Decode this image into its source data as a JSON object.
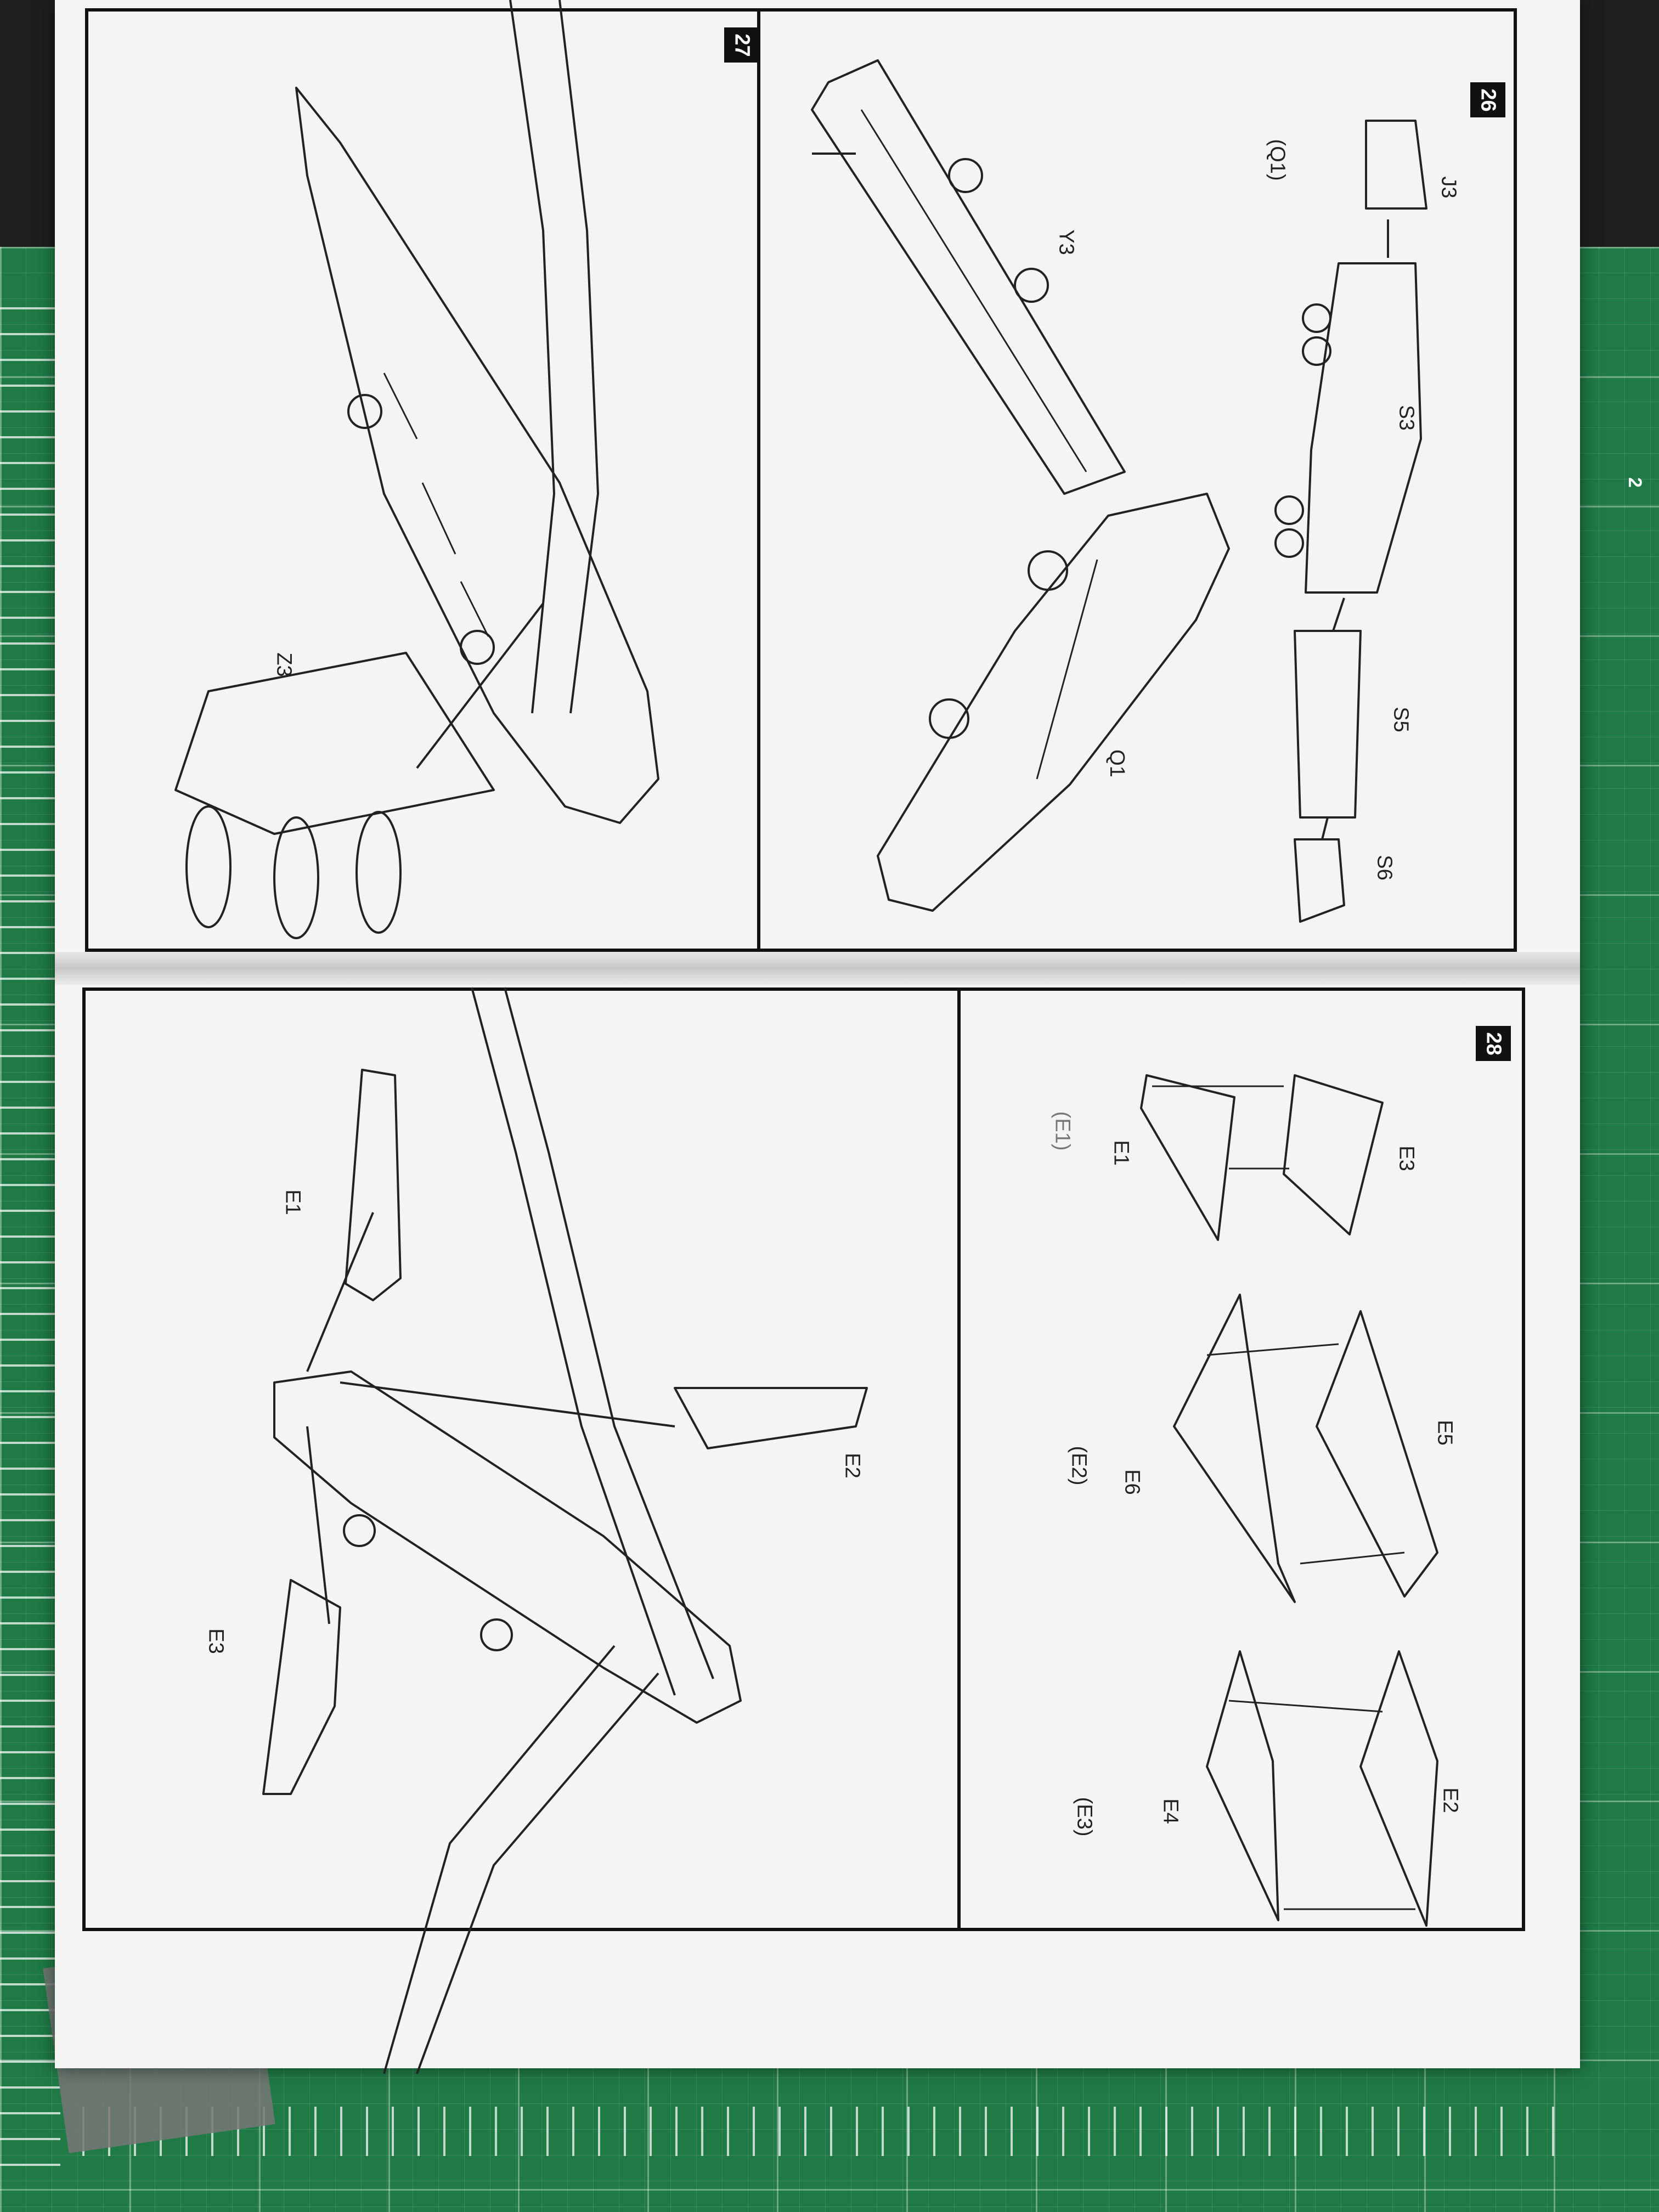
{
  "pages": {
    "top": {
      "steps": [
        {
          "number": "26",
          "parts": [
            "J3",
            "S3",
            "S5",
            "S6",
            "Q1"
          ],
          "subassembly": "(Q1)"
        },
        {
          "number": "27",
          "parts": [
            "Y3",
            "Z3"
          ]
        }
      ]
    },
    "bottom": {
      "steps": [
        {
          "number": "28",
          "parts": [
            "E1",
            "E2",
            "E3"
          ],
          "subassemblies": [
            {
              "name": "(E1)",
              "parts": [
                "E1",
                "E3"
              ]
            },
            {
              "name": "(E2)",
              "parts": [
                "E5",
                "E6"
              ]
            },
            {
              "name": "(E3)",
              "parts": [
                "E2",
                "E4"
              ]
            }
          ]
        }
      ]
    }
  },
  "mat": {
    "corner_mark": "2",
    "color": "#1f7a45"
  }
}
